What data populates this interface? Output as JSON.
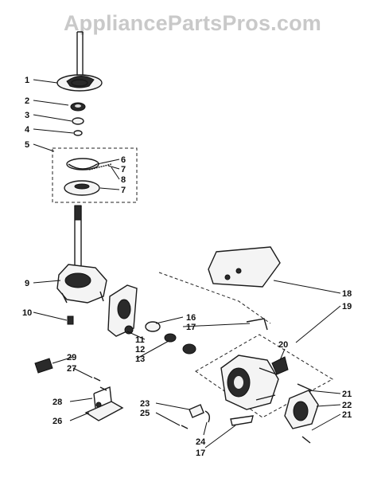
{
  "watermark": "AppliancePartsPros.com",
  "part_labels": [
    "1",
    "2",
    "3",
    "4",
    "5",
    "6",
    "7",
    "8",
    "7",
    "9",
    "10",
    "11",
    "12",
    "13",
    "16",
    "17",
    "18",
    "19",
    "20",
    "21",
    "22",
    "21",
    "23",
    "25",
    "24",
    "17",
    "26",
    "27",
    "28",
    "29"
  ]
}
